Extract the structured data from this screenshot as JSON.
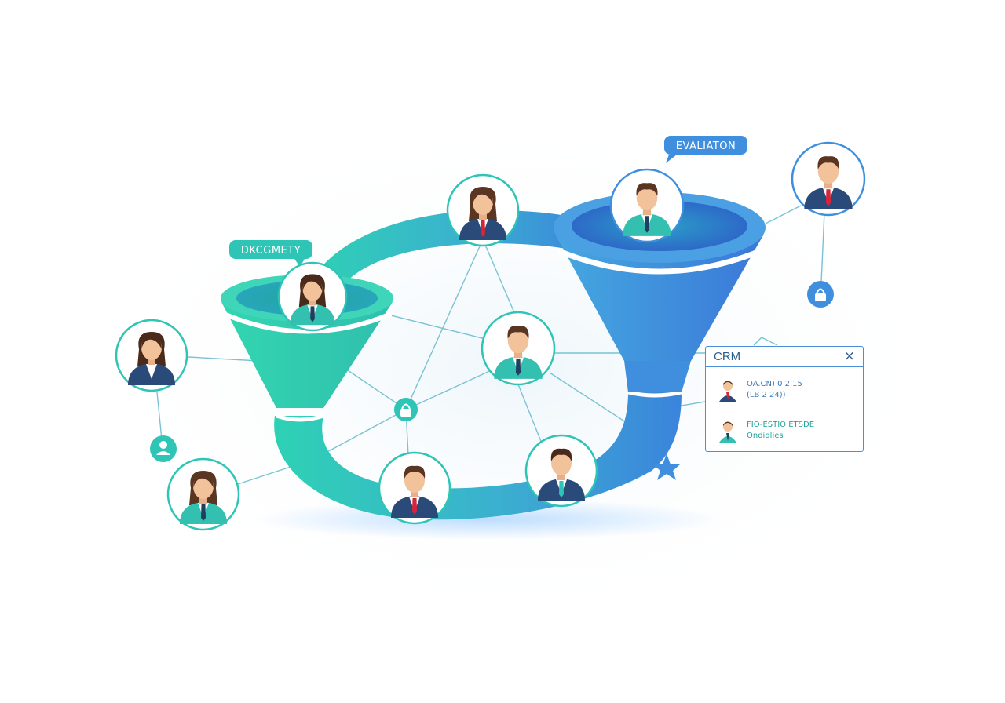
{
  "labels": {
    "discovery": "DKCGMETY",
    "evaluation": "EVALIATON"
  },
  "crm": {
    "title": "CRM",
    "close_icon": "×",
    "rows": [
      {
        "line1": "OA.CN) 0 2.15",
        "line2": "(LB 2 24))",
        "avatar": "man-navy"
      },
      {
        "line1": "FIO-ESTIO ETSDE",
        "line2": "Ondidlies",
        "avatar": "man-teal"
      }
    ]
  },
  "colors": {
    "teal": "#2ec4b6",
    "teal_dark": "#21a99c",
    "blue": "#3f8fde",
    "blue_dark": "#2f6fcf",
    "navy_suit": "#2a4a7a",
    "teal_suit": "#34c0b0",
    "red_tie": "#d6243a",
    "line": "#6ab8c8"
  },
  "icons": [
    "person-icon",
    "lock-icon",
    "lock-icon",
    "star-icon"
  ]
}
